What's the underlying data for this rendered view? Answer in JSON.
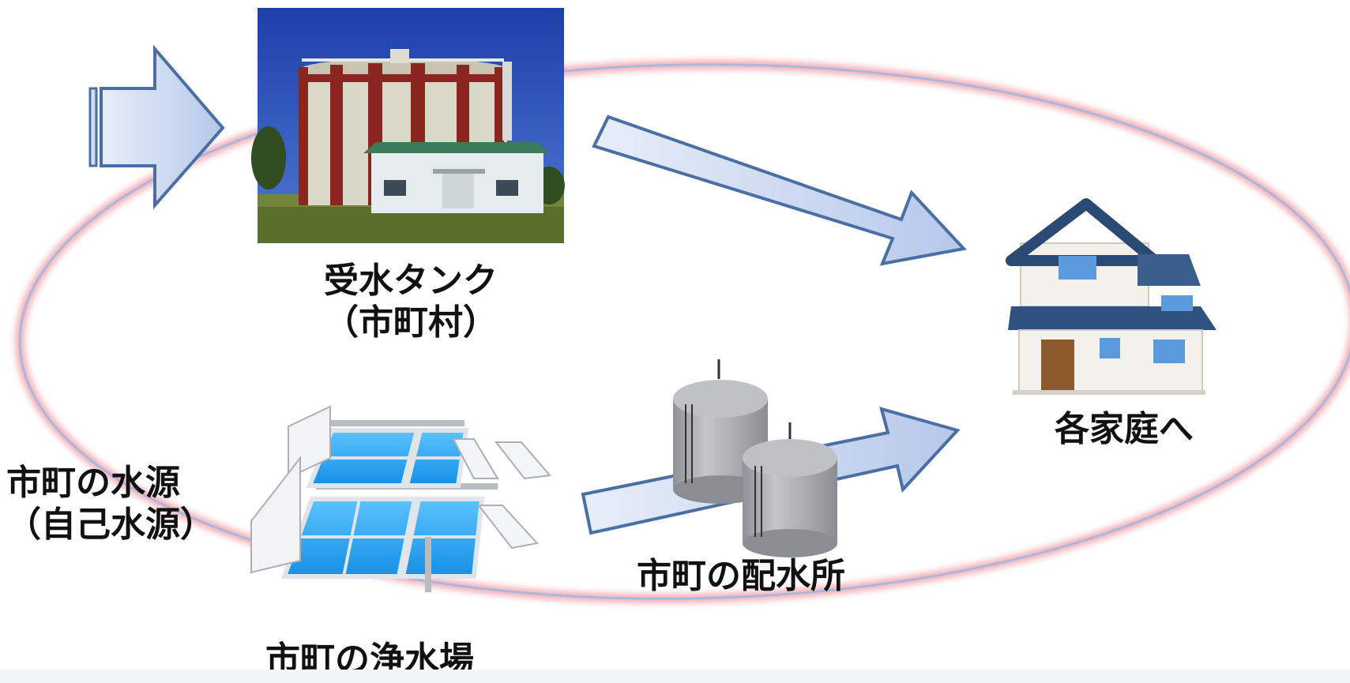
{
  "labels": {
    "tank_line1": "受水タンク",
    "tank_line2": "（市町村）",
    "source_line1": "市町の水源",
    "source_line2": "（自己水源）",
    "plant": "市町の浄水場",
    "distribution": "市町の配水所",
    "homes": "各家庭へ"
  },
  "colors": {
    "arrow_fill": "#c9d7ef",
    "arrow_stroke": "#4a6fa5",
    "ellipse_glow": "#f3a6ad",
    "ellipse_line": "#9fb3d9",
    "pool_blue": "#1e9ef0",
    "roof_blue": "#2b4a73"
  },
  "icons": [
    "inflow-arrow-icon",
    "receiving-tank-photo",
    "purification-plant-icon",
    "distribution-tanks-icon",
    "house-icon"
  ]
}
